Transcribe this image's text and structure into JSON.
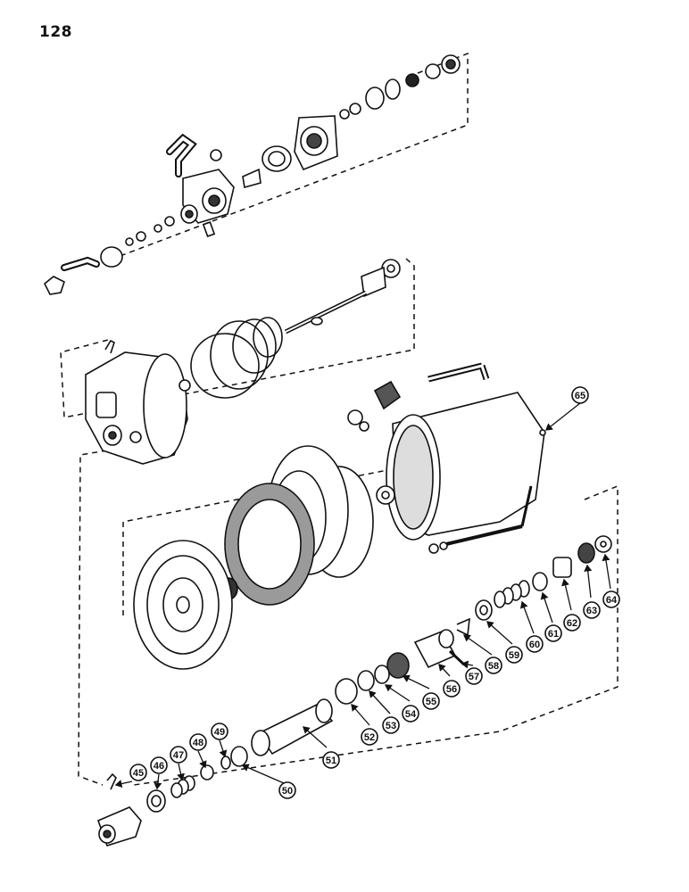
{
  "page_number": "128",
  "callouts": [
    "45",
    "46",
    "47",
    "48",
    "49",
    "50",
    "51",
    "52",
    "53",
    "54",
    "55",
    "56",
    "57",
    "58",
    "59",
    "60",
    "61",
    "62",
    "63",
    "64",
    "65"
  ]
}
